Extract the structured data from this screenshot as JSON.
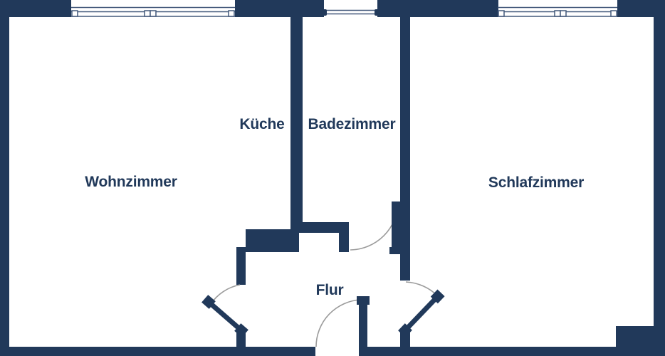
{
  "floorplan": {
    "rooms": [
      {
        "label": "Wohnzimmer"
      },
      {
        "label": "Küche"
      },
      {
        "label": "Badezimmer"
      },
      {
        "label": "Schlafzimmer"
      },
      {
        "label": "Flur"
      }
    ],
    "colors": {
      "background": "#ffffff",
      "wall": "#21395a",
      "label_text": "#21395a",
      "door_arc": "#9b9b9b",
      "window_line": "#42587a"
    },
    "window_count": 3,
    "door_count": 4
  }
}
